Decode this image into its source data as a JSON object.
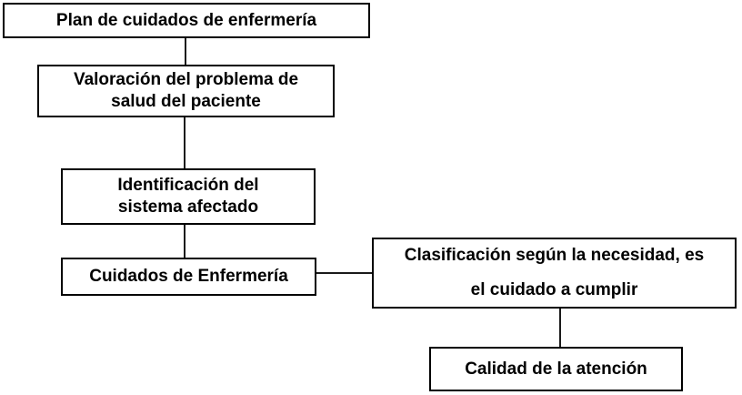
{
  "diagram": {
    "type": "flowchart",
    "background_color": "#ffffff",
    "box_border_color": "#000000",
    "connector_color": "#1a1a1a",
    "text_color": "#000000",
    "nodes": {
      "plan": {
        "lines": [
          "Plan de cuidados de enfermería"
        ]
      },
      "valoracion": {
        "lines": [
          "Valoración del problema de",
          "salud del paciente"
        ]
      },
      "identificacion": {
        "lines": [
          "Identificación del",
          "sistema afectado"
        ]
      },
      "cuidados": {
        "lines": [
          "Cuidados de Enfermería"
        ]
      },
      "clasificacion": {
        "lines": [
          "Clasificación según la necesidad, es",
          "el cuidado a cumplir"
        ]
      },
      "calidad": {
        "lines": [
          "Calidad de la atención"
        ]
      }
    },
    "edges": [
      {
        "from": "plan",
        "to": "valoracion"
      },
      {
        "from": "valoracion",
        "to": "identificacion"
      },
      {
        "from": "identificacion",
        "to": "cuidados"
      },
      {
        "from": "cuidados",
        "to": "clasificacion"
      },
      {
        "from": "clasificacion",
        "to": "calidad"
      }
    ]
  }
}
